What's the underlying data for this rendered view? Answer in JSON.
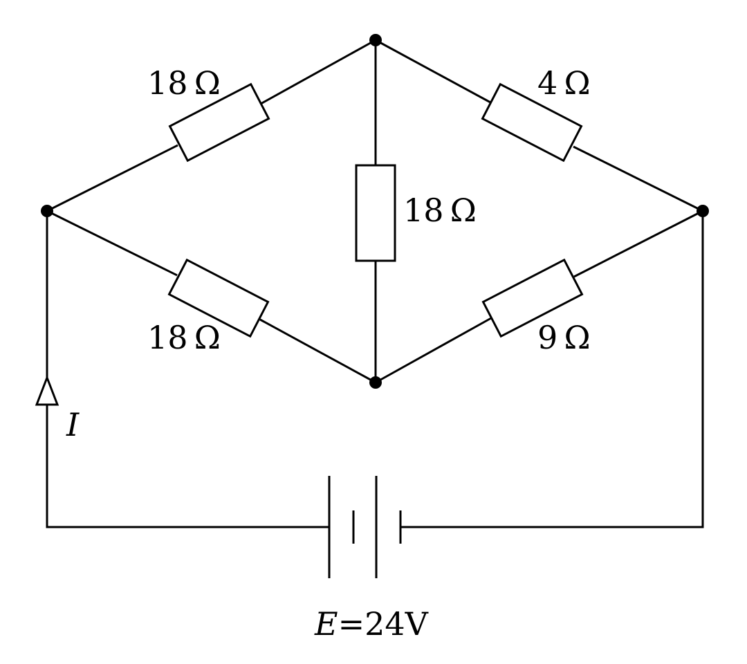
{
  "resistors": {
    "top_left": "18 Ω",
    "bottom_left": "18 Ω",
    "middle": "18 Ω",
    "top_right": "4 Ω",
    "bottom_right": "9 Ω"
  },
  "current": {
    "label": "I"
  },
  "source": {
    "symbol": "E",
    "equals": "=",
    "value": "24V"
  },
  "colors": {
    "ink": "#000000",
    "background": "#ffffff"
  }
}
